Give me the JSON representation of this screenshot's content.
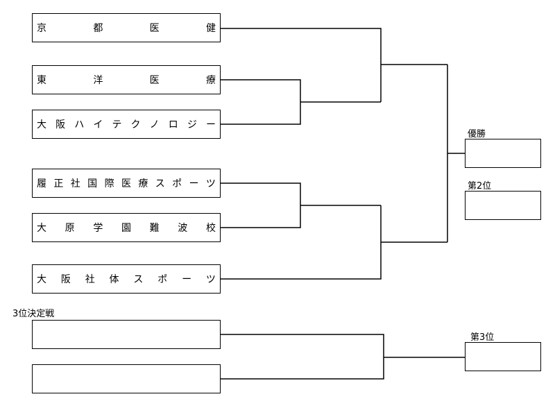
{
  "teams": [
    "京都医健",
    "東洋医療",
    "大阪ハイテクノロジー",
    "履正社国際医療スポーツ",
    "大原学園難波校",
    "大阪社体スポーツ"
  ],
  "third_place_match": {
    "title": "3位決定戦",
    "teams": [
      "",
      ""
    ]
  },
  "results": {
    "winner_label": "優勝",
    "second_label": "第2位",
    "third_label": "第3位",
    "winner": "",
    "second": "",
    "third": ""
  }
}
